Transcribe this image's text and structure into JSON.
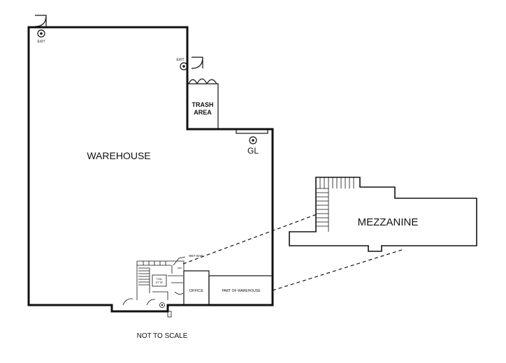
{
  "labels": {
    "warehouse": "WAREHOUSE",
    "trash_line1": "TRASH",
    "trash_line2": "AREA",
    "gl": "GL",
    "mezzanine": "MEZZANINE",
    "office": "OFFICE",
    "part_of_warehouse": "PART OF WAREHOUSE",
    "wet_bar": "WET BAR",
    "toilet_line1": "TOIL",
    "toilet_line2": "ETTE",
    "exit": "EXIT",
    "note": "NOT TO SCALE"
  }
}
